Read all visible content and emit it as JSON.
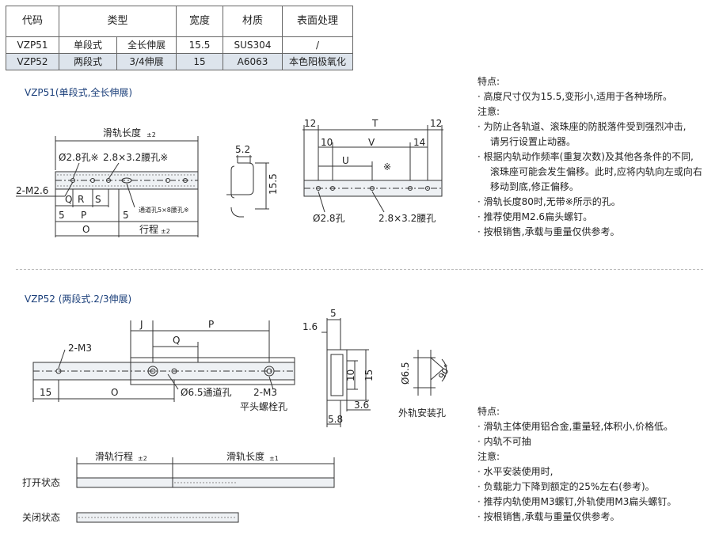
{
  "table": {
    "headers": [
      "代码",
      "类型",
      "宽度",
      "材质",
      "表面处理"
    ],
    "rows": [
      {
        "code": "VZP51",
        "type_a": "单段式",
        "type_b": "全长伸展",
        "width": "15.5",
        "material": "SUS304",
        "finish": "/"
      },
      {
        "code": "VZP52",
        "type_a": "两段式",
        "type_b": "3/4伸展",
        "width": "15",
        "material": "A6063",
        "finish": "本色阳极氧化"
      }
    ]
  },
  "vzp51": {
    "title": "VZP51(单段式,全长伸展)",
    "labels": {
      "rail_length": "滑轨长度",
      "rail_length_tol": "±2",
      "hole_28": "Ø2.8孔※",
      "slot_28x32": "2.8×3.2腰孔※",
      "m26": "2-M2.6",
      "q": "Q",
      "r": "R",
      "s": "S",
      "p": "P",
      "five_a": "5",
      "five_b": "5",
      "slot_note": "通道孔5×8腰孔※",
      "o": "O",
      "stroke": "行程",
      "stroke_tol": "±2",
      "dim_52": "5.2",
      "dim_155": "15.5",
      "dim_12a": "12",
      "dim_t": "T",
      "dim_12b": "12",
      "dim_10": "10",
      "dim_v": "V",
      "dim_14": "14",
      "dim_u": "U",
      "mark": "※",
      "hole_28_b": "Ø2.8孔",
      "slot_b": "2.8×3.2腰孔"
    },
    "features_title": "特点:",
    "features": [
      "· 高度尺寸仅为15.5,变形小,适用于各种场所。"
    ],
    "notes_title": "注意:",
    "notes": [
      "· 为防止各轨道、滚珠座的防脱落件受到强烈冲击,",
      "请另行设置止动器。",
      "· 根据内轨动作频率(重复次数)及其他各条件的不同,",
      "滚珠座可能会发生偏移。此时,应将内轨向左或向右",
      "移动到底,修正偏移。",
      "· 滑轨长度80时,无带※所示的孔。",
      "· 推荐使用M2.6扁头螺钉。",
      "· 按根销售,承载与重量仅供参考。"
    ]
  },
  "vzp52": {
    "title": "VZP52 (两段式.2/3伸展)",
    "labels": {
      "j": "J",
      "p": "P",
      "q": "Q",
      "m3": "2-M3",
      "dim_15": "15",
      "o": "O",
      "hole_65": "Ø6.5通道孔",
      "m3_b": "2-M3",
      "flat_bolt": "平头螺栓孔",
      "dim_5": "5",
      "dim_16": "1.6",
      "dim_10": "10",
      "dim_15v": "15",
      "dim_36": "3.6",
      "dim_58": "5.8",
      "dim_65": "Ø6.5",
      "angle_90": "90°",
      "outer_hole": "外轨安装孔",
      "rail_stroke": "滑轨行程",
      "rail_stroke_tol": "±2",
      "rail_length": "滑轨长度",
      "rail_length_tol": "±1",
      "open": "打开状态",
      "closed": "关闭状态"
    },
    "features_title": "特点:",
    "features": [
      "· 滑轨主体使用铝合金,重量轻,体积小,价格低。",
      "· 内轨不可抽"
    ],
    "notes_title": "注意:",
    "notes": [
      "· 水平安装使用时,",
      "· 负载能力下降到额定的25%左右(参考)。",
      "· 推荐内轨使用M3螺钉,外轨使用M3扁头螺钉。",
      "· 按根销售,承载与重量仅供参考。"
    ]
  }
}
